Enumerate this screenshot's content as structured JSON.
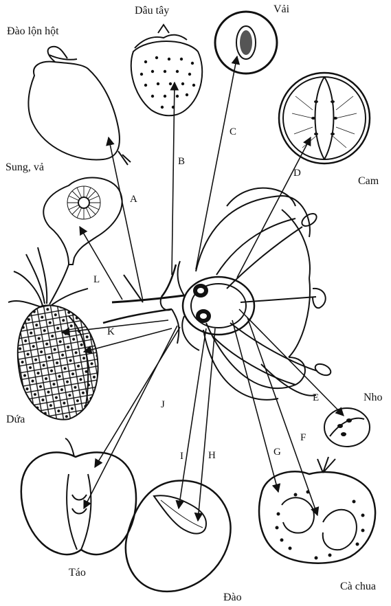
{
  "fruits": {
    "cashew": "Đào lộn hột",
    "strawberry": "Dâu tây",
    "lychee": "Vải",
    "orange": "Cam",
    "fig": "Sung, vả",
    "pineapple": "Dứa",
    "grape": "Nho",
    "apple": "Táo",
    "peach": "Đào",
    "tomato": "Cà chua"
  },
  "arrows": {
    "a": "A",
    "b": "B",
    "c": "C",
    "d": "D",
    "e": "E",
    "f": "F",
    "g": "G",
    "h": "H",
    "i": "I",
    "j": "J",
    "k": "K",
    "l": "L"
  }
}
